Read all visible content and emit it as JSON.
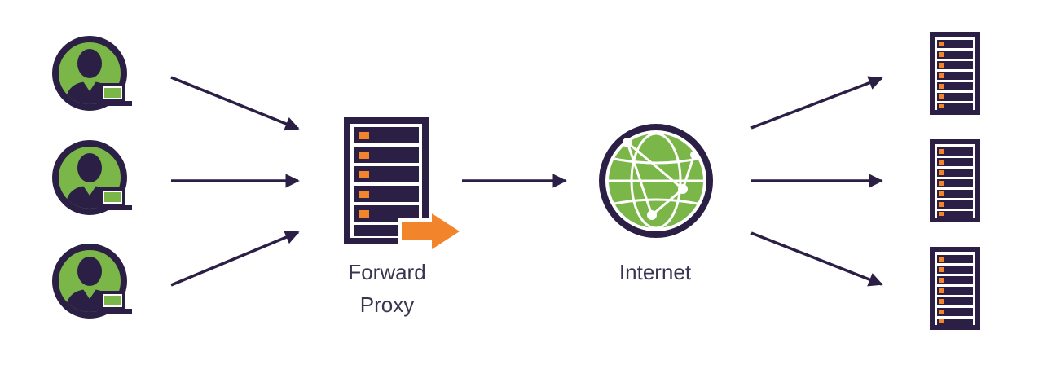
{
  "labels": {
    "proxy_line1": "Forward",
    "proxy_line2": "Proxy",
    "internet": "Internet"
  },
  "colors": {
    "dark": "#2b1f45",
    "green": "#7ab648",
    "orange": "#f2852b",
    "background": "#ffffff"
  },
  "nodes": {
    "clients": [
      "client-1",
      "client-2",
      "client-3"
    ],
    "proxy": "forward-proxy-server-icon",
    "internet": "globe-icon",
    "servers": [
      "server-1",
      "server-2",
      "server-3"
    ]
  }
}
